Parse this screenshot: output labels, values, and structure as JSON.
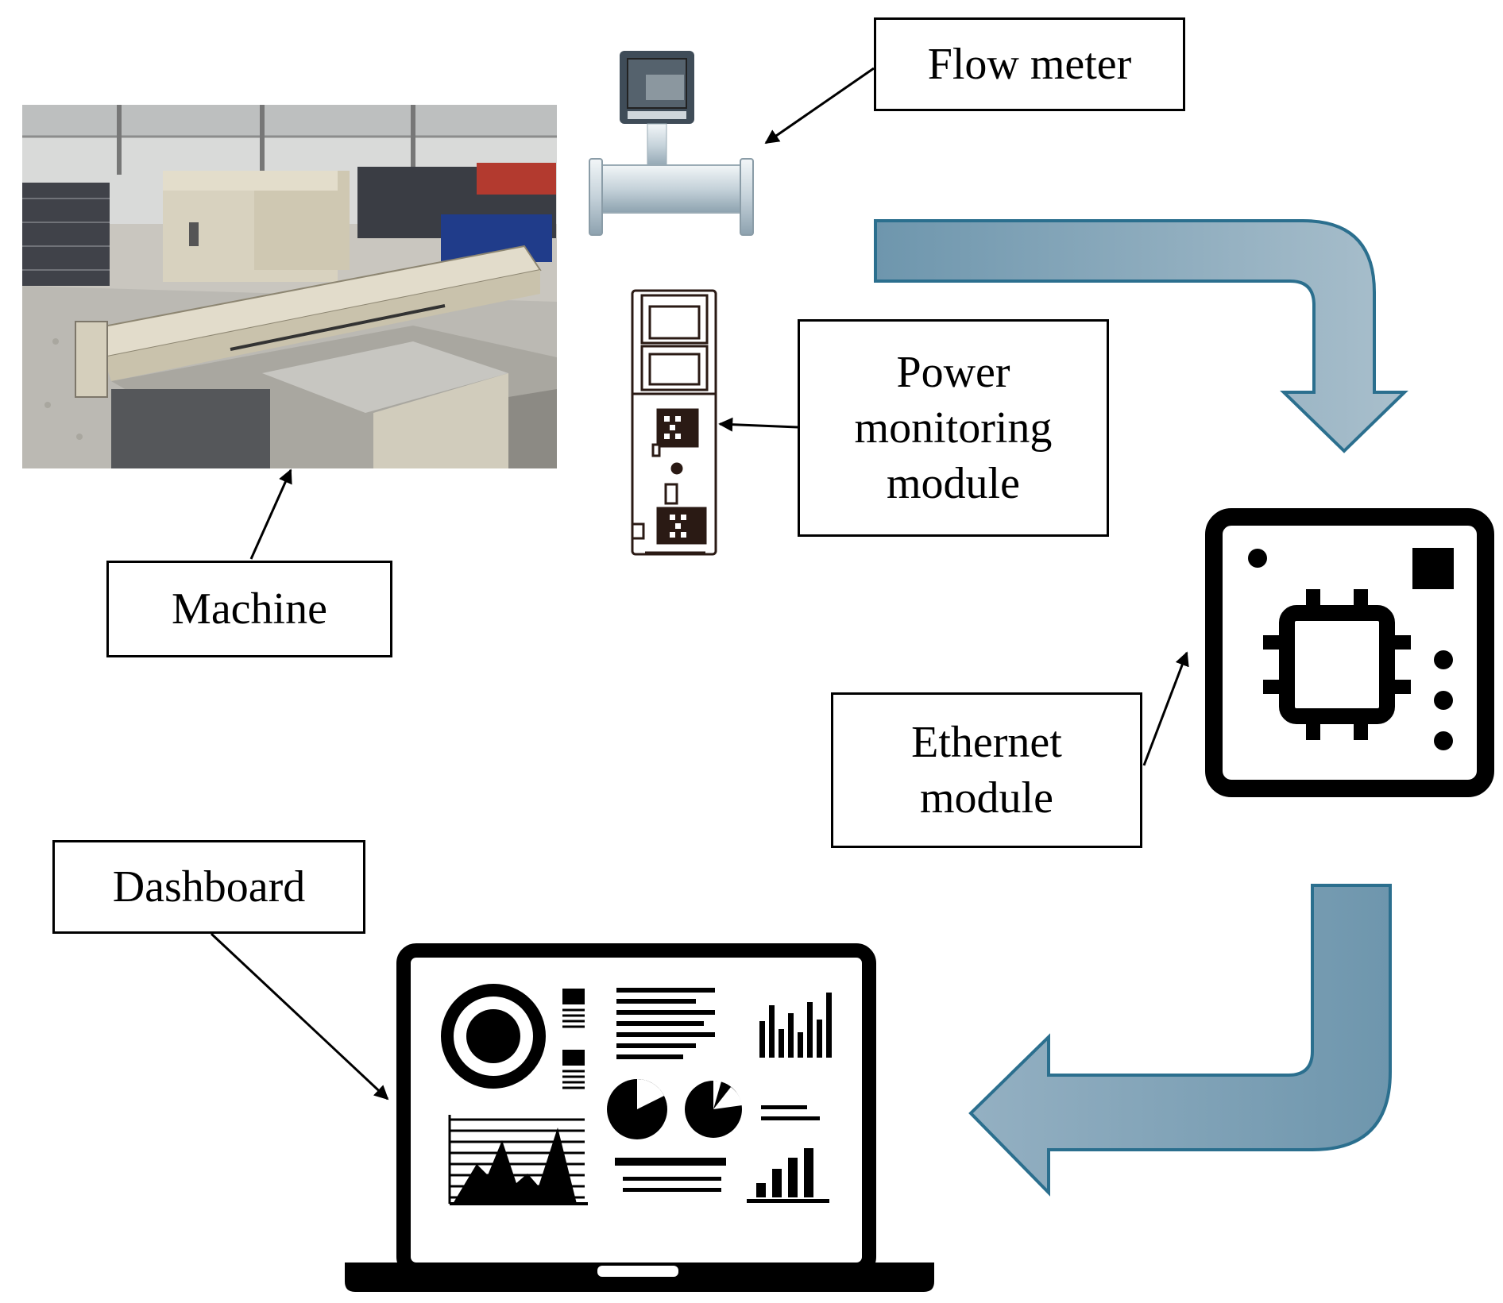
{
  "labels": {
    "flow_meter": "Flow meter",
    "power_monitoring": "Power\nmonitoring\nmodule",
    "machine": "Machine",
    "ethernet": "Ethernet\nmodule",
    "dashboard": "Dashboard"
  },
  "icons": [
    "machine-photo",
    "flow-meter-icon",
    "power-monitoring-module-icon",
    "ethernet-module-chip-icon",
    "laptop-dashboard-icon"
  ],
  "colors": {
    "arrow_fill": "#8aa9bd",
    "arrow_stroke": "#2b6f8e",
    "ink": "#000000"
  }
}
